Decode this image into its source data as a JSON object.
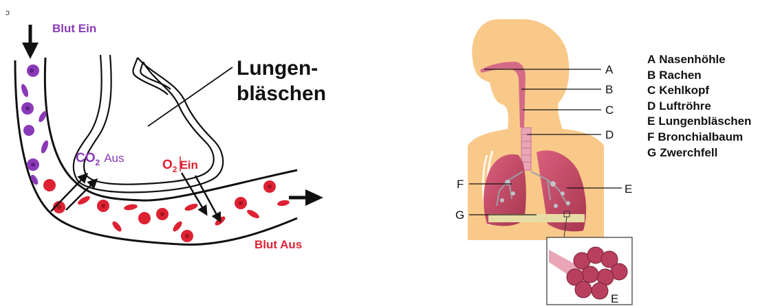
{
  "left_diagram": {
    "corner_mark": "ɔ",
    "label_blood_in": "Blut Ein",
    "label_title_line1": "Lungen-",
    "label_title_line2": "bläschen",
    "label_co2_prefix": "CO",
    "label_co2_sub": "2",
    "label_co2_suffix": "Aus",
    "label_o2_prefix": "O",
    "label_o2_sub": "2",
    "label_o2_suffix": "Ein",
    "label_blood_out": "Blut Aus"
  },
  "right_diagram": {
    "callouts": [
      "A",
      "B",
      "C",
      "D",
      "E",
      "F",
      "G"
    ],
    "inset_label": "E"
  },
  "legend": [
    {
      "letter": "A",
      "text": "Nasenhöhle"
    },
    {
      "letter": "B",
      "text": "Rachen"
    },
    {
      "letter": "C",
      "text": "Kehlkopf"
    },
    {
      "letter": "D",
      "text": "Luftröhre"
    },
    {
      "letter": "E",
      "text": "Lungenbläschen"
    },
    {
      "letter": "F",
      "text": "Bronchialbaum"
    },
    {
      "letter": "G",
      "text": "Zwerchfell"
    }
  ],
  "colors": {
    "blood_purple": "#8a3ab8",
    "blood_red": "#dd2233",
    "body_skin": "#f9c98a",
    "lung_pink": "#c94a6a"
  }
}
